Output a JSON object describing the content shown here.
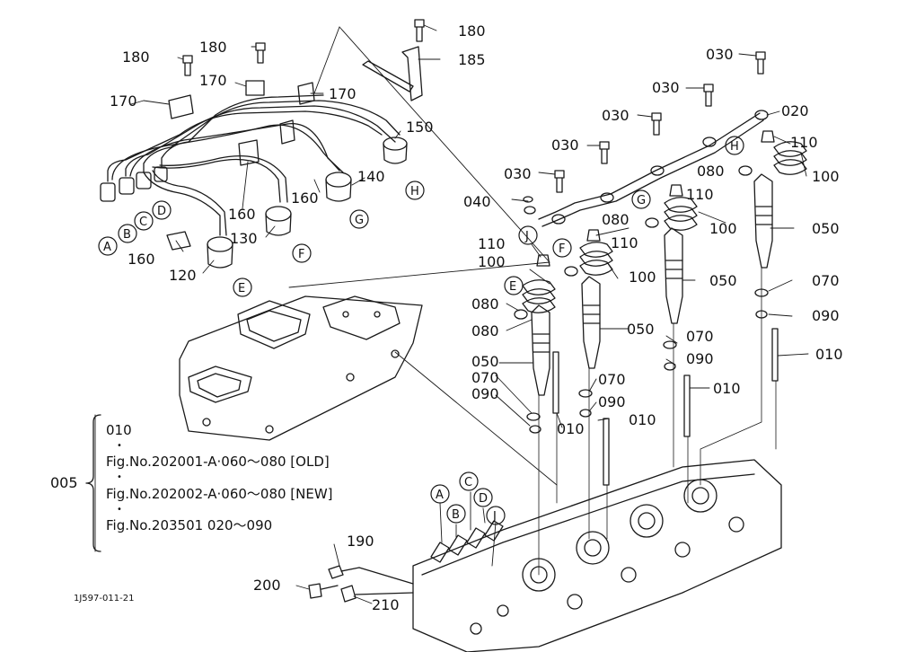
{
  "drawing_id": "1J597-011-21",
  "callout_letters": [
    "A",
    "B",
    "C",
    "D",
    "E",
    "F",
    "G",
    "H",
    "J"
  ],
  "parts": {
    "p005": "005",
    "p010": "010",
    "p020": "020",
    "p030": "030",
    "p040": "040",
    "p050": "050",
    "p070": "070",
    "p080": "080",
    "p090": "090",
    "p100": "100",
    "p110": "110",
    "p120": "120",
    "p130": "130",
    "p140": "140",
    "p150": "150",
    "p160": "160",
    "p170": "170",
    "p180": "180",
    "p185": "185",
    "p190": "190",
    "p200": "200",
    "p210": "210"
  },
  "kit_note": {
    "assembly": "005",
    "lines": [
      "010",
      "Fig.No.202001-A·060～080 [OLD]",
      "Fig.No.202002-A·060～080 [NEW]",
      "Fig.No.203501  020～090"
    ],
    "separator": "•"
  },
  "colors": {
    "line": "#1a1a1a",
    "background": "#ffffff"
  }
}
